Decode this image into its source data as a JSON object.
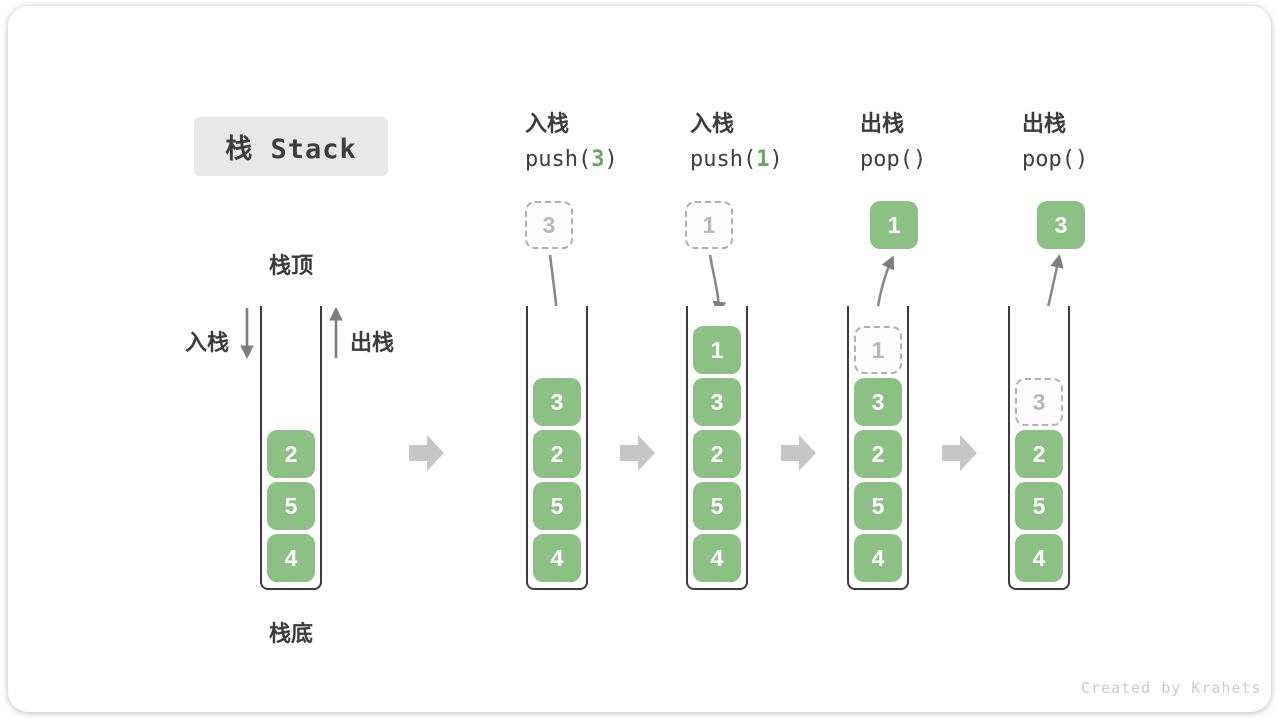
{
  "diagram": {
    "title": "栈 Stack",
    "watermark": "Created by Krahets",
    "legend": {
      "stack_top": "栈顶",
      "stack_bottom": "栈底",
      "push_side": "入栈",
      "pop_side": "出栈"
    },
    "stages": [
      {
        "name": "initial-stack",
        "items": [
          {
            "value": "2",
            "ghost": false
          },
          {
            "value": "5",
            "ghost": false
          },
          {
            "value": "4",
            "ghost": false
          }
        ]
      },
      {
        "name": "push-3",
        "label": "入栈",
        "code_pre": "push(",
        "code_arg": "3",
        "code_post": ")",
        "floating": {
          "value": "3",
          "ghost": true
        },
        "items": [
          {
            "value": "3",
            "ghost": false
          },
          {
            "value": "2",
            "ghost": false
          },
          {
            "value": "5",
            "ghost": false
          },
          {
            "value": "4",
            "ghost": false
          }
        ]
      },
      {
        "name": "push-1",
        "label": "入栈",
        "code_pre": "push(",
        "code_arg": "1",
        "code_post": ")",
        "floating": {
          "value": "1",
          "ghost": true
        },
        "items": [
          {
            "value": "1",
            "ghost": false
          },
          {
            "value": "3",
            "ghost": false
          },
          {
            "value": "2",
            "ghost": false
          },
          {
            "value": "5",
            "ghost": false
          },
          {
            "value": "4",
            "ghost": false
          }
        ]
      },
      {
        "name": "pop-1",
        "label": "出栈",
        "code_pre": "pop()",
        "code_arg": "",
        "code_post": "",
        "floating": {
          "value": "1",
          "ghost": false
        },
        "items": [
          {
            "value": "1",
            "ghost": true
          },
          {
            "value": "3",
            "ghost": false
          },
          {
            "value": "2",
            "ghost": false
          },
          {
            "value": "5",
            "ghost": false
          },
          {
            "value": "4",
            "ghost": false
          }
        ]
      },
      {
        "name": "pop-3",
        "label": "出栈",
        "code_pre": "pop()",
        "code_arg": "",
        "code_post": "",
        "floating": {
          "value": "3",
          "ghost": false
        },
        "items": [
          {
            "value": "3",
            "ghost": true
          },
          {
            "value": "2",
            "ghost": false
          },
          {
            "value": "5",
            "ghost": false
          },
          {
            "value": "4",
            "ghost": false
          }
        ]
      }
    ],
    "colors": {
      "box_green": "#8cc084",
      "code_arg_green": "#69a95f",
      "ghost_gray": "#b0b0b0",
      "text_dark": "#3c3c3c",
      "curve_arrow_gray": "#8a8a8a",
      "block_arrow_gray": "#c6c6c6",
      "title_bg": "#e8e8e8",
      "watermark_gray": "#cbcbcb"
    }
  }
}
